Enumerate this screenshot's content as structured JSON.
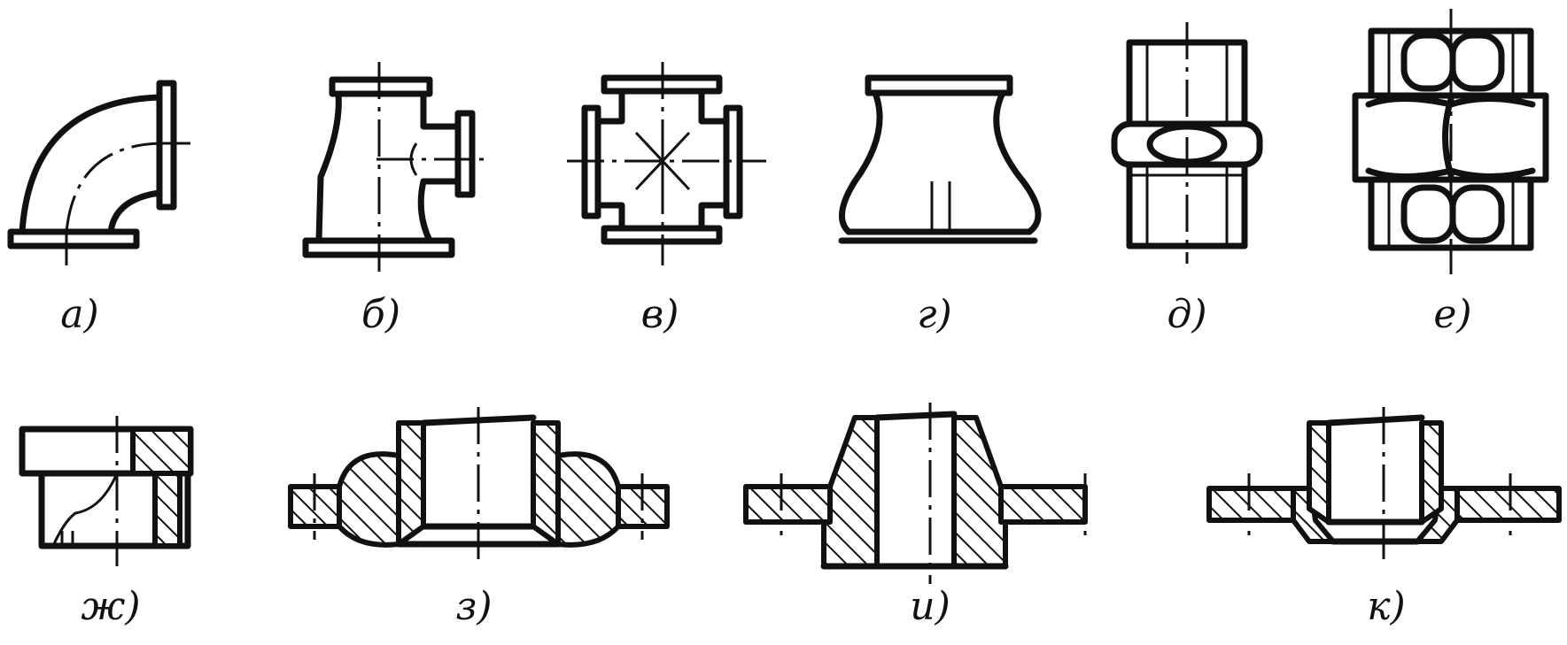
{
  "figure": {
    "labels": {
      "a": "а)",
      "b": "б)",
      "v": "в)",
      "g": "г)",
      "d": "д)",
      "e": "е)",
      "zh": "ж)",
      "z": "з)",
      "i": "и)",
      "k": "к)"
    }
  },
  "colors": {
    "ink": "#111111",
    "paper": "#ffffff"
  }
}
